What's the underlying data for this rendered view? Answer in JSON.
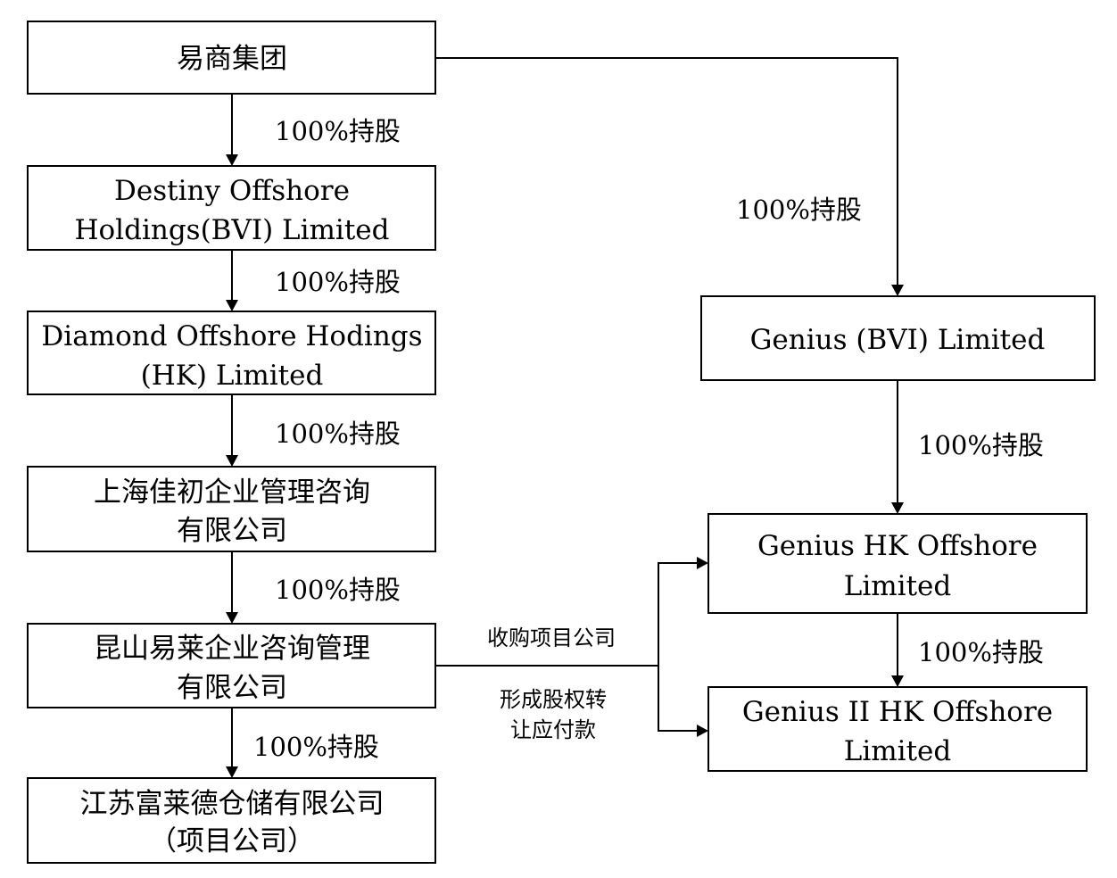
{
  "nodes": {
    "yishang": {
      "line1": "易商集团",
      "line2": ""
    },
    "destiny": {
      "line1": "Destiny Offshore",
      "line2": "Holdings(BVI) Limited"
    },
    "diamond": {
      "line1": "Diamond Offshore Hodings",
      "line2": "(HK) Limited"
    },
    "shanghai_jiachu": {
      "line1": "上海佳初企业管理咨询",
      "line2": "有限公司"
    },
    "kunshan_yilai": {
      "line1": "昆山易莱企业咨询管理",
      "line2": "有限公司"
    },
    "jiangsu_fulaide": {
      "line1": "江苏富莱德仓储有限公司",
      "line2": "（项目公司）"
    },
    "genius_bvi": {
      "line1": "Genius (BVI) Limited",
      "line2": ""
    },
    "genius_hk": {
      "line1": "Genius HK Offshore",
      "line2": "Limited"
    },
    "genius_ii_hk": {
      "line1": "Genius II HK Offshore",
      "line2": "Limited"
    }
  },
  "edges": {
    "yishang_destiny": "100%持股",
    "destiny_diamond": "100%持股",
    "diamond_shanghai": "100%持股",
    "shanghai_kunshan": "100%持股",
    "kunshan_jiangsu": "100%持股",
    "yishang_genius_bvi": "100%持股",
    "genius_bvi_genius_hk": "100%持股",
    "genius_hk_genius_ii": "100%持股"
  },
  "transfer": {
    "label_top": "收购项目公司",
    "label_bottom_line1": "形成股权转",
    "label_bottom_line2": "让应付款"
  }
}
